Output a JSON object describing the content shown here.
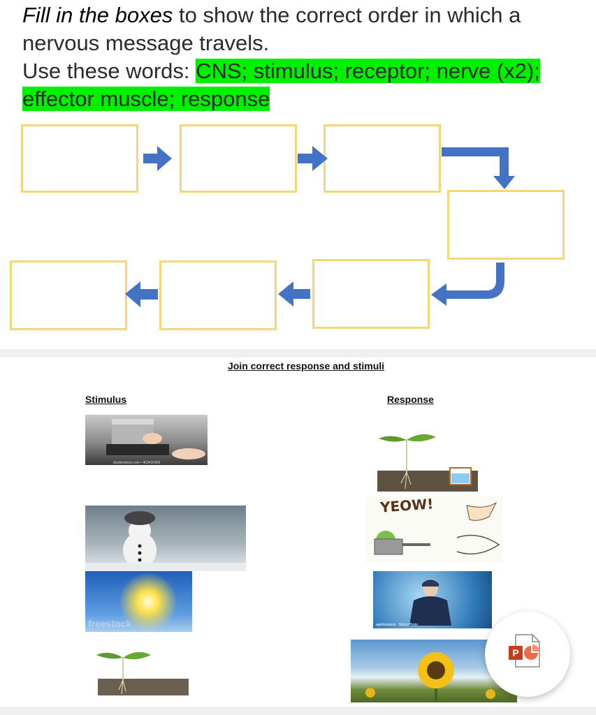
{
  "slide1": {
    "instruction_em": "Fill in the boxes",
    "instruction_rest": " to show the correct order in which a nervous message travels.",
    "use_label": "Use these words: ",
    "words": "CNS; stimulus; receptor; nerve (x2); effector muscle; response"
  },
  "slide2": {
    "title": "Join correct response and stimuli",
    "stimulus_heading": "Stimulus",
    "response_heading": "Response",
    "watermark_stove": "shutterstock.com • 403415455",
    "yeow_text": "YEOW!",
    "watermark_cold": "agefotostock · Stock Photo",
    "watermark_sun": "freestock"
  },
  "app": {
    "fab_icon": "powerpoint-icon",
    "fab_letter": "P"
  },
  "colors": {
    "box_border": "#f5d776",
    "arrow": "#4472c4",
    "highlight": "#00f000"
  }
}
